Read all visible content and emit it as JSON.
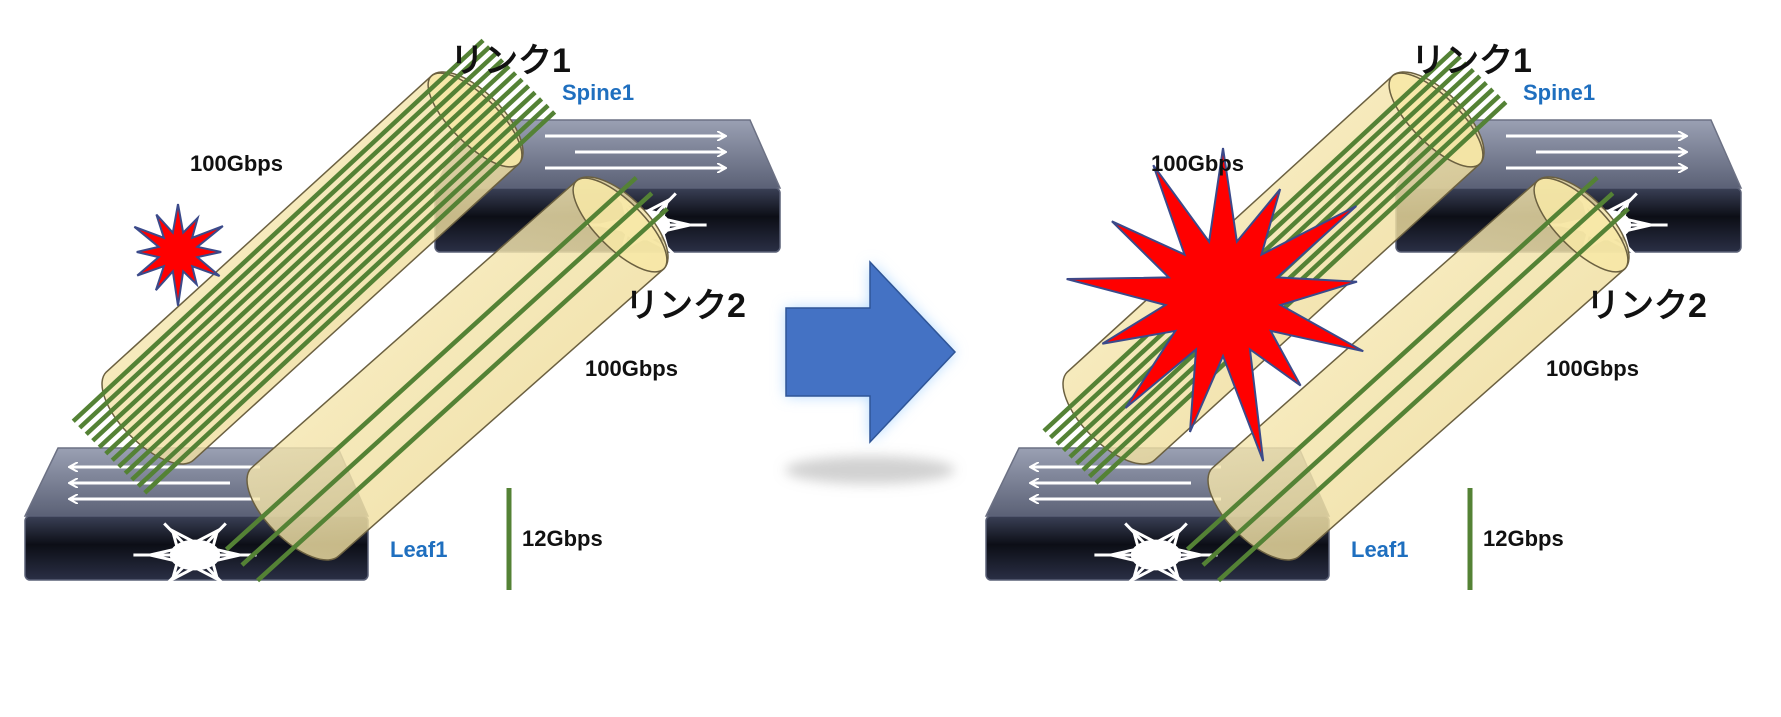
{
  "colors": {
    "device_label": "#1f6fbf",
    "flow_line": "#548235",
    "burst": "#ff0000",
    "burst_outline": "#3b4a8a",
    "arrow": "#4472c4",
    "tube_fill": "#f3e3a3",
    "switch_body": "#2a2f45"
  },
  "icons": {
    "switch": "network-switch-icon",
    "arrow": "right-arrow-icon",
    "congestion": "burst-icon"
  },
  "before": {
    "link1": {
      "label": "リンク1",
      "speed": "100Gbps",
      "flow_count": 12
    },
    "link2": {
      "label": "リンク2",
      "speed": "100Gbps",
      "flow_count": 3
    },
    "spine": "Spine1",
    "leaf": "Leaf1",
    "legend": "12Gbps",
    "burst_level": "small"
  },
  "after": {
    "link1": {
      "label": "リンク1",
      "speed": "100Gbps",
      "flow_count": 9
    },
    "link2": {
      "label": "リンク2",
      "speed": "100Gbps",
      "flow_count": 3
    },
    "spine": "Spine1",
    "leaf": "Leaf1",
    "legend": "12Gbps",
    "burst_level": "large"
  }
}
